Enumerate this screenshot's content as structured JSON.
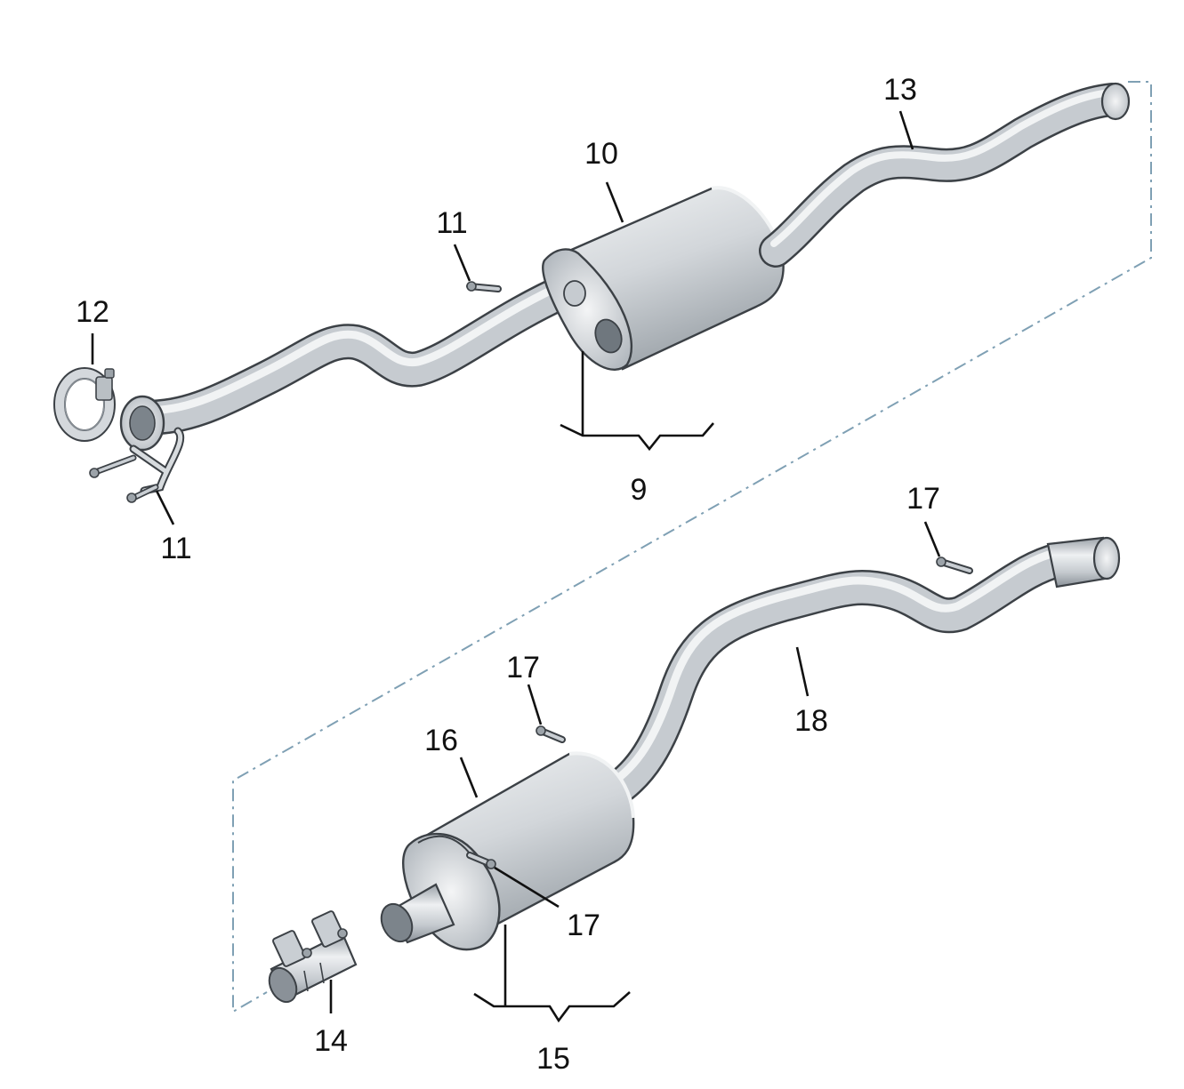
{
  "colors": {
    "metal_light": "#eef0f2",
    "metal_mid": "#c9ced3",
    "metal_dark": "#8a9198",
    "outline": "#3c4146",
    "leader": "#111111",
    "dash_line": "#7fa0b4",
    "background": "#ffffff"
  },
  "callouts": {
    "c9": "9",
    "c10": "10",
    "c11_upper": "11",
    "c11_lower": "11",
    "c12": "12",
    "c13": "13",
    "c14": "14",
    "c15": "15",
    "c16": "16",
    "c17_top": "17",
    "c17_mid": "17",
    "c17_lower": "17",
    "c18": "18"
  },
  "parts": [
    {
      "name": "front-pipe-with-clamp-bracket",
      "icon": "exhaust-pipe-icon"
    },
    {
      "name": "center-muffler",
      "icon": "muffler-icon"
    },
    {
      "name": "clamp",
      "icon": "clamp-icon"
    },
    {
      "name": "intermediate-pipe",
      "icon": "pipe-icon"
    },
    {
      "name": "double-clamp",
      "icon": "clamp-icon"
    },
    {
      "name": "rear-muffler",
      "icon": "muffler-icon"
    },
    {
      "name": "hanger-bolt",
      "icon": "bolt-icon"
    },
    {
      "name": "tail-pipe",
      "icon": "pipe-icon"
    }
  ]
}
